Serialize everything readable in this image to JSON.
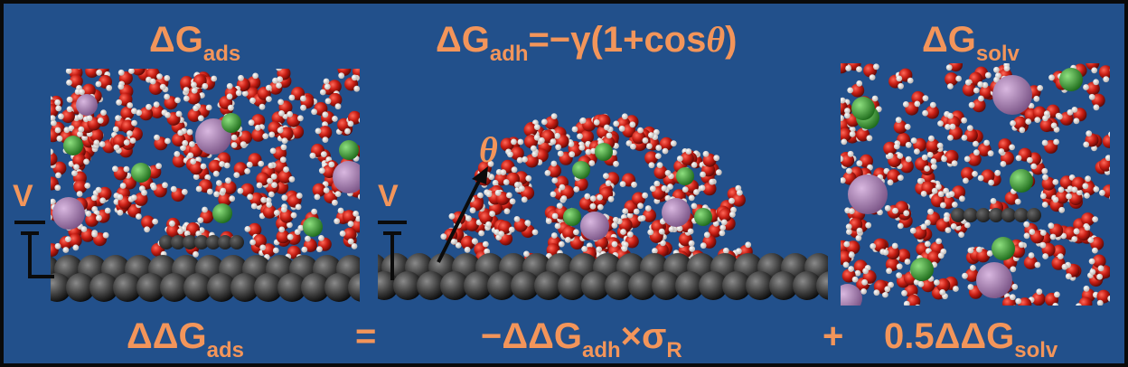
{
  "top_labels": {
    "ads": {
      "main": "ΔG",
      "sub": "ads"
    },
    "adh": {
      "main": "ΔG",
      "sub": "adh",
      "rest": "=−γ(1+cos",
      "theta": "θ",
      "close": ")"
    },
    "solv": {
      "main": "ΔG",
      "sub": "solv"
    }
  },
  "bottom_equation": {
    "lhs": {
      "main": "ΔΔG",
      "sub": "ads"
    },
    "equals": "=",
    "term1": {
      "pre": "−ΔΔG",
      "sub": "adh",
      "mid": "×σ",
      "sub2": "R"
    },
    "plus": "+",
    "term2": {
      "main": "0.5ΔΔG",
      "sub": "solv"
    }
  },
  "contact_angle_label": "θ",
  "potential_labels": {
    "left": "V",
    "middle": "V"
  },
  "colors": {
    "background": "#22508b",
    "text": "#f3955a",
    "oxygen": "#c81e14",
    "hydrogen": "#efe9e6",
    "chloride": "#37a532",
    "cation": "#a77bb0",
    "carbon": "#1c1c1c",
    "electrode": "#3a3a3a"
  },
  "icons": [
    "water-molecule-icon",
    "graphite-electrode-icon",
    "contact-angle-arrow-icon",
    "potential-symbol-icon"
  ]
}
